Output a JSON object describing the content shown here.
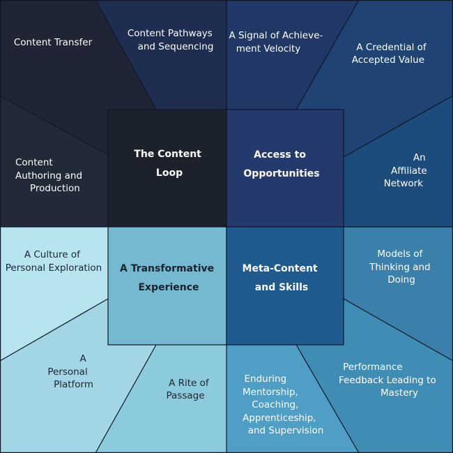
{
  "colors": {
    "dark_quadrant": "#1e2635",
    "navy_quadrant": "#213a68",
    "light_quadrant": "#9fd7e5",
    "teal_quadrant": "#2f74a2",
    "content_loop_box": "#1c222c",
    "access_box": "#243a6c",
    "transformative_box": "#73b8cf",
    "meta_box": "#1f5a8d",
    "divider": "#0f1724"
  },
  "quadrants": {
    "content_loop": {
      "title": [
        "The Content",
        "Loop"
      ],
      "items": [
        {
          "lines": [
            "Content Transfer"
          ]
        },
        {
          "lines": [
            "Content Pathways",
            "and Sequencing"
          ]
        },
        {
          "lines": [
            "Content",
            "Authoring and",
            "Production"
          ]
        }
      ]
    },
    "access_to_opportunities": {
      "title": [
        "Access to",
        "Opportunities"
      ],
      "items": [
        {
          "lines": [
            "A Signal of Achieve-",
            "ment Velocity"
          ]
        },
        {
          "lines": [
            "A Credential of",
            "Accepted Value"
          ]
        },
        {
          "lines": [
            "An",
            "Affiliate",
            "Network"
          ]
        }
      ]
    },
    "transformative_experience": {
      "title": [
        "A Transformative",
        "Experience"
      ],
      "items": [
        {
          "lines": [
            "A Culture of",
            "Personal Exploration"
          ]
        },
        {
          "lines": [
            "A",
            "Personal",
            "Platform"
          ]
        },
        {
          "lines": [
            "A Rite of",
            "Passage"
          ]
        }
      ]
    },
    "meta_content": {
      "title": [
        "Meta-Content",
        "and Skills"
      ],
      "items": [
        {
          "lines": [
            "Models of",
            "Thinking and",
            "Doing"
          ]
        },
        {
          "lines": [
            "Performance",
            "Feedback Leading to",
            "Mastery"
          ]
        },
        {
          "lines": [
            "Enduring",
            "Mentorship,",
            "Coaching,",
            "Apprenticeship,",
            "and Supervision"
          ]
        }
      ]
    }
  }
}
